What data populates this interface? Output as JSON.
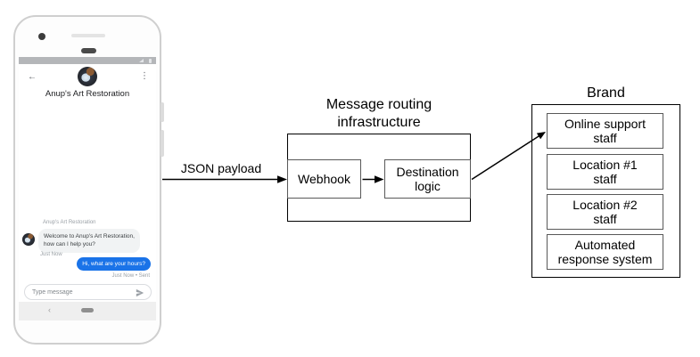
{
  "phone": {
    "status_bar": {
      "signal_icon": "signal-icon",
      "battery_icon": "battery-icon"
    },
    "header": {
      "back_glyph": "←",
      "menu_glyph": "⋮",
      "title": "Anup's Art Restoration"
    },
    "conversation": {
      "sender_label": "Anup's Art Restoration",
      "incoming_message": "Welcome to Anup's Art Restoration,\nhow can I help you?",
      "incoming_timestamp": "Just Now",
      "outgoing_message": "Hi, what are your hours?",
      "outgoing_timestamp": "Just Now • Sent"
    },
    "composer": {
      "placeholder": "Type message",
      "send_icon": "send-icon"
    },
    "nav": {
      "back_glyph": "‹"
    }
  },
  "diagram": {
    "json_payload_label": "JSON payload",
    "routing": {
      "title": "Message routing\ninfrastructure",
      "webhook_label": "Webhook",
      "destination_label": "Destination\nlogic"
    },
    "brand": {
      "title": "Brand",
      "items": [
        {
          "label": "Online support\nstaff"
        },
        {
          "label": "Location #1\nstaff"
        },
        {
          "label": "Location #2\nstaff"
        },
        {
          "label": "Automated\nresponse system"
        }
      ]
    },
    "colors": {
      "outgoing_bubble": "#1a73e8",
      "incoming_bubble": "#f1f3f4",
      "outer_box_border": "#000000",
      "inner_box_border": "#595959",
      "status_bar": "#b4b6b9"
    }
  }
}
